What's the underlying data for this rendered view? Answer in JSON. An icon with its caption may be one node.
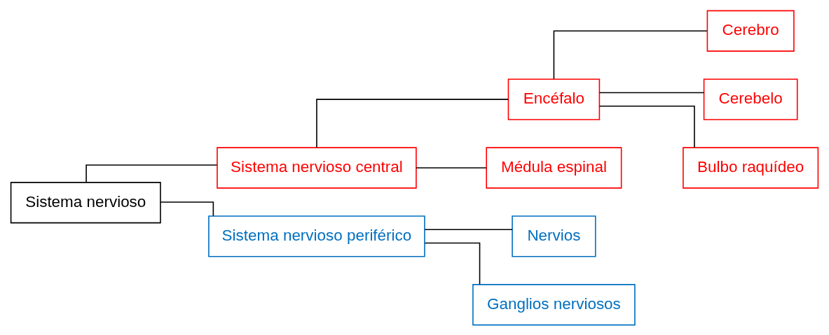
{
  "diagram": {
    "nodes": [
      {
        "text": [
          "Sistema nervioso"
        ]
      },
      {
        "text": [
          "Sistema nervioso central"
        ]
      },
      {
        "text": [
          "Sistema nervioso periférico"
        ]
      },
      {
        "text": [
          "Encéfalo"
        ]
      },
      {
        "text": [
          "Médula espinal"
        ]
      },
      {
        "text": [
          "Cerebro"
        ]
      },
      {
        "text": [
          "Cerebelo"
        ]
      },
      {
        "text": [
          "Bulbo raquídeo"
        ]
      },
      {
        "text": [
          "Nervios"
        ]
      },
      {
        "text": [
          "Ganglios nerviosos"
        ]
      }
    ],
    "edges": [
      {
        "from": 0,
        "to": 1,
        "arrow": "none"
      },
      {
        "from": 0,
        "to": 2,
        "arrow": "none"
      },
      {
        "from": 1,
        "to": 3,
        "arrow": "none"
      },
      {
        "from": 1,
        "to": 4,
        "arrow": "none"
      },
      {
        "from": 3,
        "to": 5,
        "arrow": "none"
      },
      {
        "from": 3,
        "to": 6,
        "arrow": "none"
      },
      {
        "from": 3,
        "to": 7,
        "arrow": "none"
      },
      {
        "from": 2,
        "to": 8,
        "arrow": "none"
      },
      {
        "from": 2,
        "to": 9,
        "arrow": "none"
      }
    ]
  }
}
